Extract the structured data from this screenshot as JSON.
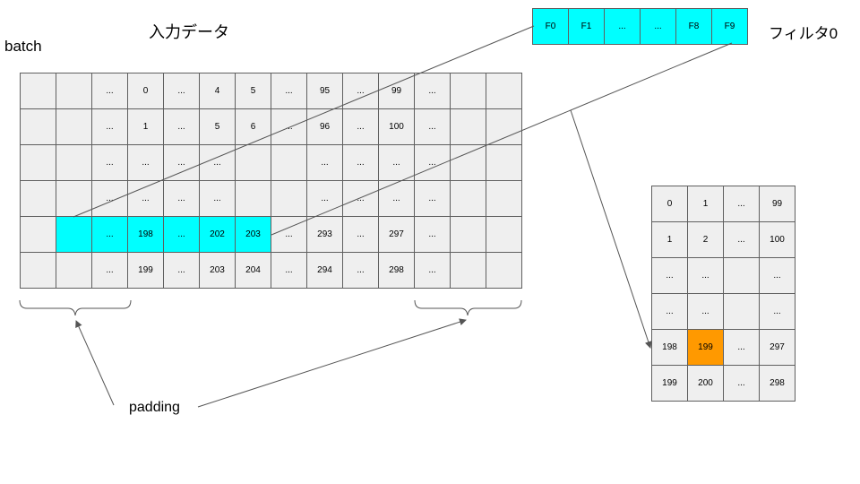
{
  "labels": {
    "batch": "batch",
    "input_data": "入力データ",
    "filter": "フィルタ0",
    "padding": "padding"
  },
  "colors": {
    "cell_bg": "#efefef",
    "highlight": "#00ffff",
    "output_highlight": "#ff9900",
    "border": "#5f5f5f"
  },
  "input_grid": {
    "rows": [
      [
        "",
        "",
        "...",
        "0",
        "...",
        "4",
        "5",
        "...",
        "95",
        "...",
        "99",
        "...",
        "",
        ""
      ],
      [
        "",
        "",
        "...",
        "1",
        "...",
        "5",
        "6",
        "...",
        "96",
        "...",
        "100",
        "...",
        "",
        ""
      ],
      [
        "",
        "",
        "...",
        "...",
        "...",
        "...",
        "",
        "",
        "...",
        "...",
        "...",
        "...",
        "",
        ""
      ],
      [
        "",
        "",
        "...",
        "...",
        "...",
        "...",
        "",
        "",
        "...",
        "...",
        "...",
        "...",
        "",
        ""
      ],
      [
        "",
        "",
        "...",
        "198",
        "...",
        "202",
        "203",
        "...",
        "293",
        "...",
        "297",
        "...",
        "",
        ""
      ],
      [
        "",
        "",
        "...",
        "199",
        "...",
        "203",
        "204",
        "...",
        "294",
        "...",
        "298",
        "...",
        "",
        ""
      ]
    ],
    "highlight_row": 4,
    "highlight_cols": [
      1,
      2,
      3,
      4,
      5,
      6
    ]
  },
  "filter_row": [
    "F0",
    "F1",
    "...",
    "...",
    "F8",
    "F9"
  ],
  "output_grid": {
    "rows": [
      [
        "0",
        "1",
        "...",
        "99"
      ],
      [
        "1",
        "2",
        "...",
        "100"
      ],
      [
        "...",
        "...",
        "",
        "..."
      ],
      [
        "...",
        "...",
        "",
        "..."
      ],
      [
        "198",
        "199",
        "...",
        "297"
      ],
      [
        "199",
        "200",
        "...",
        "298"
      ]
    ],
    "highlight_cell": [
      4,
      1
    ]
  }
}
